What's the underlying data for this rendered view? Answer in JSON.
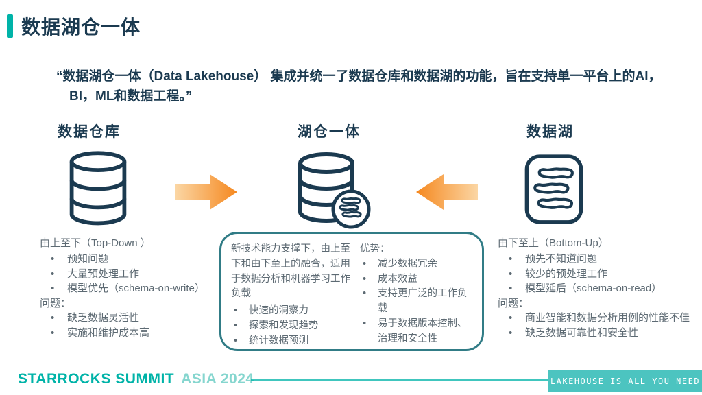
{
  "header": {
    "title": "数据湖仓一体"
  },
  "quote": {
    "text": "“数据湖仓一体（Data Lakehouse） 集成并统一了数据仓库和数据湖的功能，旨在支持单一平台上的AI，BI，ML和数据工程。”"
  },
  "columns": {
    "warehouse": {
      "heading": "数据仓库",
      "approach": "由上至下（Top-Down ）",
      "bullets": [
        "预知问题",
        "大量预处理工作",
        "模型优先（schema-on-write）"
      ],
      "problems_label": "问题：",
      "problems": [
        "缺乏数据灵活性",
        "实施和维护成本高"
      ]
    },
    "lakehouse": {
      "heading": "湖仓一体",
      "intro": "新技术能力支撑下，由上至下和由下至上的融合，适用于数据分析和机器学习工作负载",
      "bullets": [
        "快速的洞察力",
        "探索和发现趋势",
        "统计数据预测"
      ],
      "advantages_label": "优势：",
      "advantages": [
        "减少数据冗余",
        "成本效益",
        "支持更广泛的工作负载",
        "易于数据版本控制、治理和安全性"
      ]
    },
    "datalake": {
      "heading": "数据湖",
      "approach": "由下至上（Bottom-Up）",
      "bullets": [
        "预先不知道问题",
        "较少的预处理工作",
        "模型延后（schema-on-read）"
      ],
      "problems_label": "问题：",
      "problems": [
        "商业智能和数据分析用例的性能不佳",
        "缺乏数据可靠性和安全性"
      ]
    }
  },
  "icons": {
    "warehouse": "database-cylinder-icon",
    "lakehouse": "database-lake-icon",
    "datalake": "lake-layers-icon",
    "flow_left": "arrow-right-icon",
    "flow_right": "arrow-left-icon"
  },
  "colors": {
    "navy": "#1b3a50",
    "teal": "#00b3a8",
    "banner_teal": "#4cc4c0",
    "box_border": "#317c86",
    "orange_head": "#f5881f",
    "orange_tail": "#fbd6a4",
    "body_text": "#5d6a73"
  },
  "footer": {
    "brand": "STARROCKS SUMMIT",
    "edition": "ASIA 2024",
    "banner": "LAKEHOUSE IS ALL YOU NEED"
  }
}
